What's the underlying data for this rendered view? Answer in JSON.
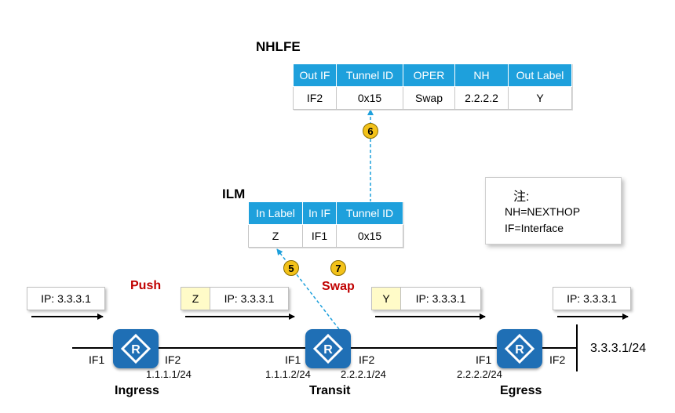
{
  "nhlfe": {
    "title": "NHLFE",
    "headers": [
      "Out IF",
      "Tunnel ID",
      "OPER",
      "NH",
      "Out Label"
    ],
    "row": [
      "IF2",
      "0x15",
      "Swap",
      "2.2.2.2",
      "Y"
    ]
  },
  "ilm": {
    "title": "ILM",
    "headers": [
      "In Label",
      "In IF",
      "Tunnel ID"
    ],
    "row": [
      "Z",
      "IF1",
      "0x15"
    ]
  },
  "note": {
    "title": "注:",
    "lines": [
      "NH=NEXTHOP",
      "IF=Interface"
    ]
  },
  "steps": [
    "5",
    "6",
    "7"
  ],
  "actions": {
    "push": "Push",
    "swap": "Swap"
  },
  "packets": [
    {
      "label": "",
      "ip": "IP: 3.3.3.1"
    },
    {
      "label": "Z",
      "ip": "IP: 3.3.3.1"
    },
    {
      "label": "Y",
      "ip": "IP: 3.3.3.1"
    },
    {
      "label": "",
      "ip": "IP: 3.3.3.1"
    }
  ],
  "routers": [
    {
      "name": "Ingress",
      "if_left": "IF1",
      "if_right": "IF2",
      "ip_right": "1.1.1.1/24"
    },
    {
      "name": "Transit",
      "if_left": "IF1",
      "if_right": "IF2",
      "ip_left": "1.1.1.2/24",
      "ip_right": "2.2.2.1/24"
    },
    {
      "name": "Egress",
      "if_left": "IF1",
      "if_right": "IF2",
      "ip_left": "2.2.2.2/24"
    }
  ],
  "destination": "3.3.3.1/24",
  "router_icon": "router-icon",
  "colors": {
    "header": "#1ea0dc",
    "router": "#1f6fb5",
    "step": "#f3c21a",
    "action": "#c00000",
    "label_fill": "#fffbc8"
  }
}
